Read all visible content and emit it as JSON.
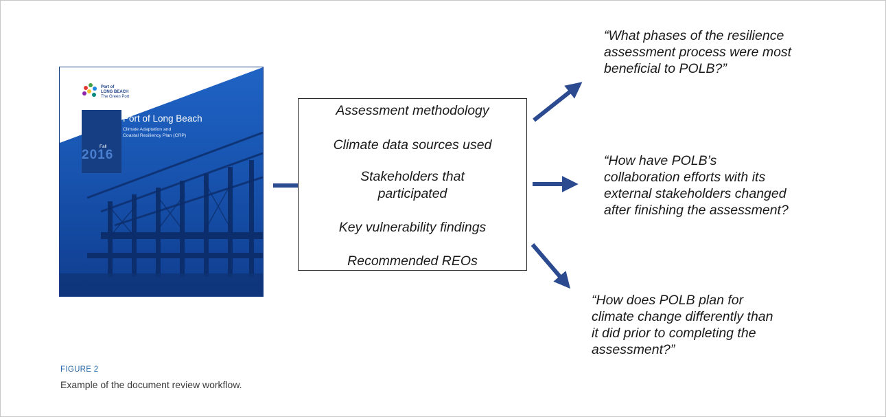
{
  "cover": {
    "logo_line1": "Port of",
    "logo_line2": "LONG BEACH",
    "logo_line3": "The Green Port",
    "title": "Port of Long Beach",
    "subtitle": "Climate Adaptation and\nCoastal Resiliency Plan (CRP)",
    "season": "Fall",
    "year": "2016",
    "colors": {
      "background": "#1854b0",
      "band": "#163e82"
    }
  },
  "review_items": [
    "Assessment methodology",
    "Climate data sources used",
    "Stakeholders that",
    "participated",
    "Key vulnerability findings",
    "Recommended REOs"
  ],
  "questions": [
    [
      "“What phases of the resilience",
      "assessment process were most",
      "beneficial to POLB?”"
    ],
    [
      "“How have POLB’s",
      "collaboration efforts with its",
      "external stakeholders changed",
      "after finishing the assessment?"
    ],
    [
      "“How does POLB plan for",
      "climate change differently than",
      "it did prior to completing the",
      "assessment?”"
    ]
  ],
  "caption": {
    "label": "FIGURE 2",
    "text": "Example of the document review workflow."
  },
  "colors": {
    "arrow": "#2b4a8f",
    "caption_label": "#2a6aa8"
  }
}
